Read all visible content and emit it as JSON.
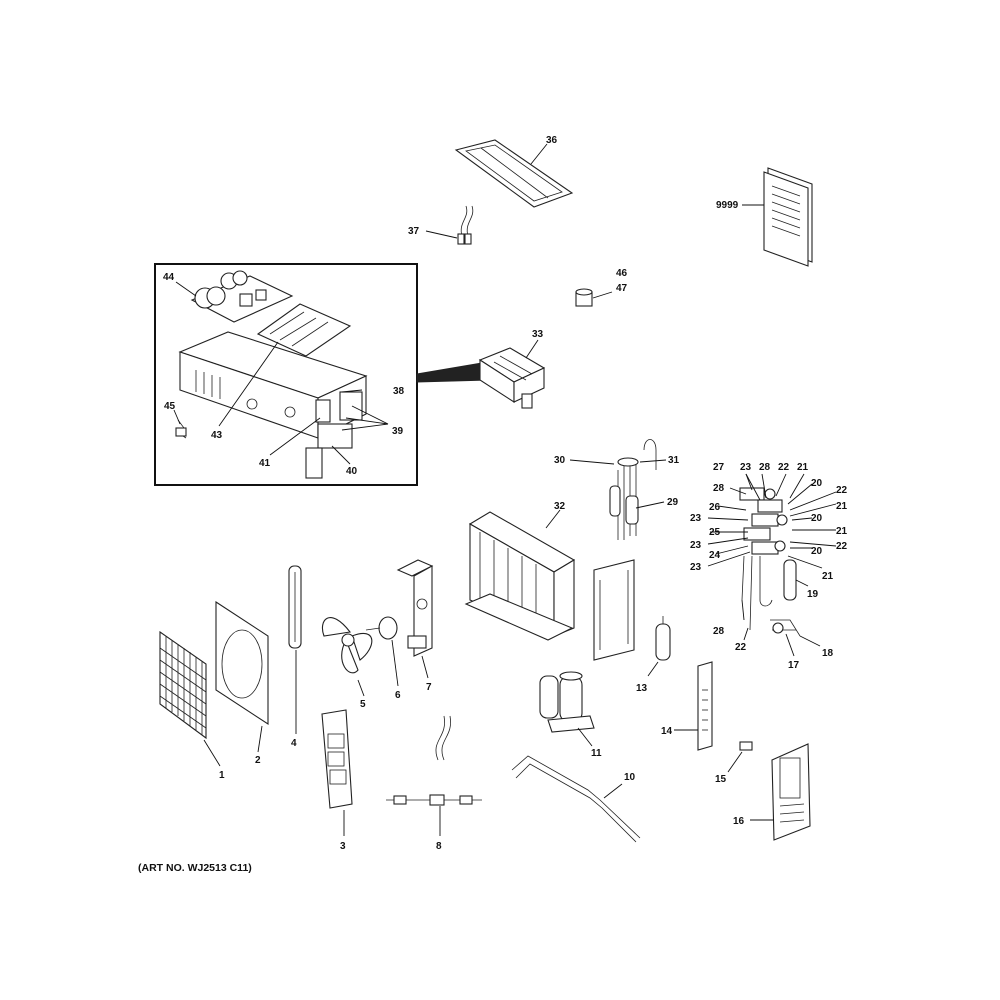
{
  "diagram": {
    "caption": "(ART NO. WJ2513 C11)",
    "callouts": {
      "c1": "1",
      "c2": "2",
      "c3": "3",
      "c4": "4",
      "c5": "5",
      "c6": "6",
      "c7": "7",
      "c8": "8",
      "c10": "10",
      "c11": "11",
      "c13": "13",
      "c14": "14",
      "c15": "15",
      "c16": "16",
      "c17": "17",
      "c18": "18",
      "c19": "19",
      "c20a": "20",
      "c20b": "20",
      "c20c": "20",
      "c21a": "21",
      "c21b": "21",
      "c21c": "21",
      "c21d": "21",
      "c22a": "22",
      "c22b": "22",
      "c22c": "22",
      "c22d": "22",
      "c23a": "23",
      "c23b": "23",
      "c23c": "23",
      "c23d": "23",
      "c24": "24",
      "c25": "25",
      "c26": "26",
      "c27": "27",
      "c28a": "28",
      "c28b": "28",
      "c28c": "28",
      "c29": "29",
      "c30": "30",
      "c31": "31",
      "c32": "32",
      "c33": "33",
      "c36": "36",
      "c37": "37",
      "c38": "38",
      "c39": "39",
      "c40": "40",
      "c41": "41",
      "c43": "43",
      "c44": "44",
      "c45": "45",
      "c46": "46",
      "c47": "47",
      "c9999": "9999"
    }
  }
}
